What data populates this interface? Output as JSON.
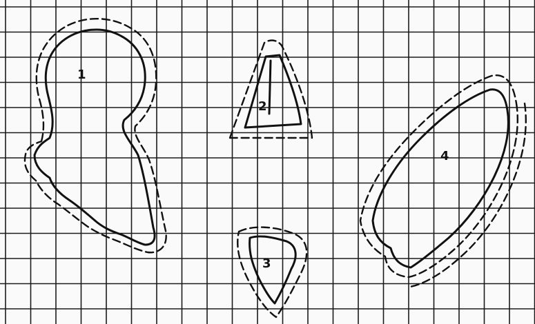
{
  "shapes": [
    {
      "number": "1"
    },
    {
      "number": "2"
    },
    {
      "number": "3"
    },
    {
      "number": "4"
    }
  ]
}
